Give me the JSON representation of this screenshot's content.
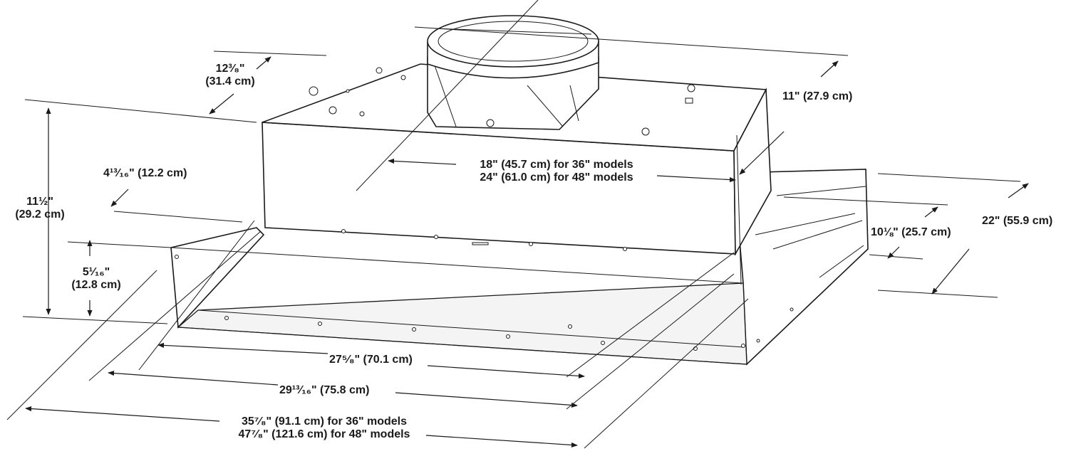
{
  "dimensions": {
    "depth_top": {
      "line1": "12³⁄₈\"",
      "line2": "(31.4 cm)"
    },
    "height_total": {
      "line1": "11½\"",
      "line2": "(29.2 cm)"
    },
    "side_offset": "4¹³⁄₁₆\" (12.2 cm)",
    "skirt_height": {
      "line1": "5¹⁄₁₆\"",
      "line2": "(12.8 cm)"
    },
    "duct_offset": "11\" (27.9 cm)",
    "blower_width": {
      "line1": "18\" (45.7 cm) for 36\" models",
      "line2": "24\" (61.0 cm) for 48\" models"
    },
    "inner_depth": "10⅛\" (25.7 cm)",
    "total_depth": "22\" (55.9 cm)",
    "inner_width": "27⁵⁄₈\" (70.1 cm)",
    "liner_width": "29¹³⁄₁₆\" (75.8 cm)",
    "overall_width": {
      "line1": "35⁷⁄₈\" (91.1 cm) for 36\" models",
      "line2": "47⁷⁄₈\" (121.6 cm) for 48\" models"
    }
  }
}
